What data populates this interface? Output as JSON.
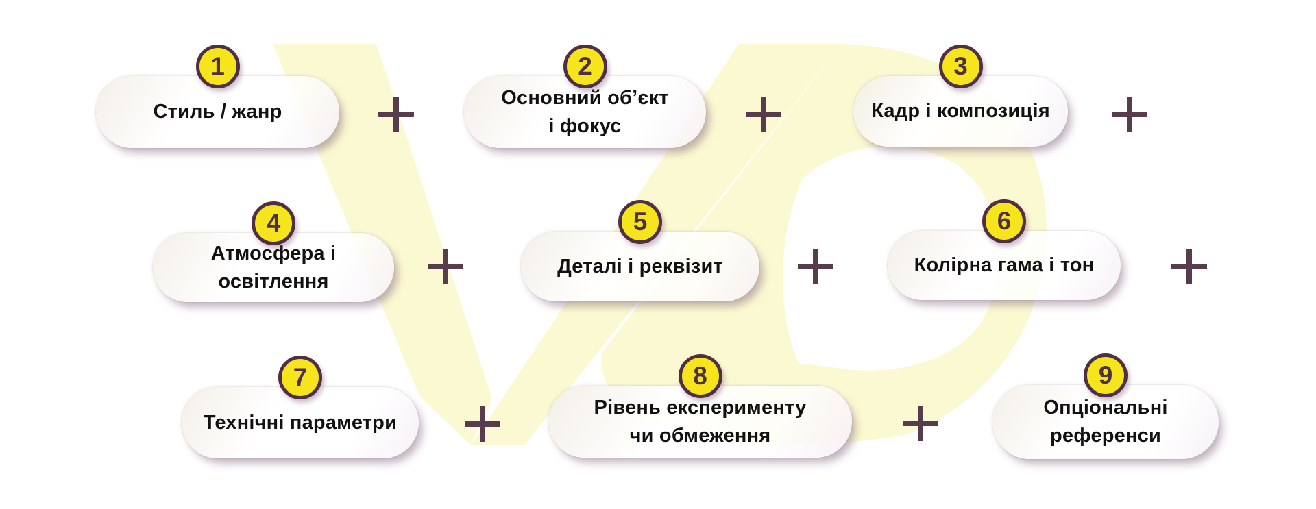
{
  "colors": {
    "background": "#ffffff",
    "watermark_yellow": "#fbf9d2",
    "plus": "#573c4e",
    "badge_fill": "#f6e41c",
    "badge_border": "#4e2f44",
    "badge_number": "#4e2f44",
    "pill_text": "#111111",
    "pill_shadow": "rgba(118,84,112,0.45)"
  },
  "icons": {
    "plus-icon": "+",
    "watermark": "vd-monogram-watermark"
  },
  "steps": [
    {
      "number": "1",
      "line1": "Стиль / жанр",
      "line2": ""
    },
    {
      "number": "2",
      "line1": "Основний об’єкт",
      "line2": "і фокус"
    },
    {
      "number": "3",
      "line1": "Кадр і композиція",
      "line2": ""
    },
    {
      "number": "4",
      "line1": "Атмосфера і",
      "line2": "освітлення"
    },
    {
      "number": "5",
      "line1": "Деталі і реквізит",
      "line2": ""
    },
    {
      "number": "6",
      "line1": "Колірна гама і тон",
      "line2": ""
    },
    {
      "number": "7",
      "line1": "Технічні параметри",
      "line2": ""
    },
    {
      "number": "8",
      "line1": "Рівень експерименту",
      "line2": "чи обмеження"
    },
    {
      "number": "9",
      "line1": "Опціональні",
      "line2": "референси"
    }
  ]
}
